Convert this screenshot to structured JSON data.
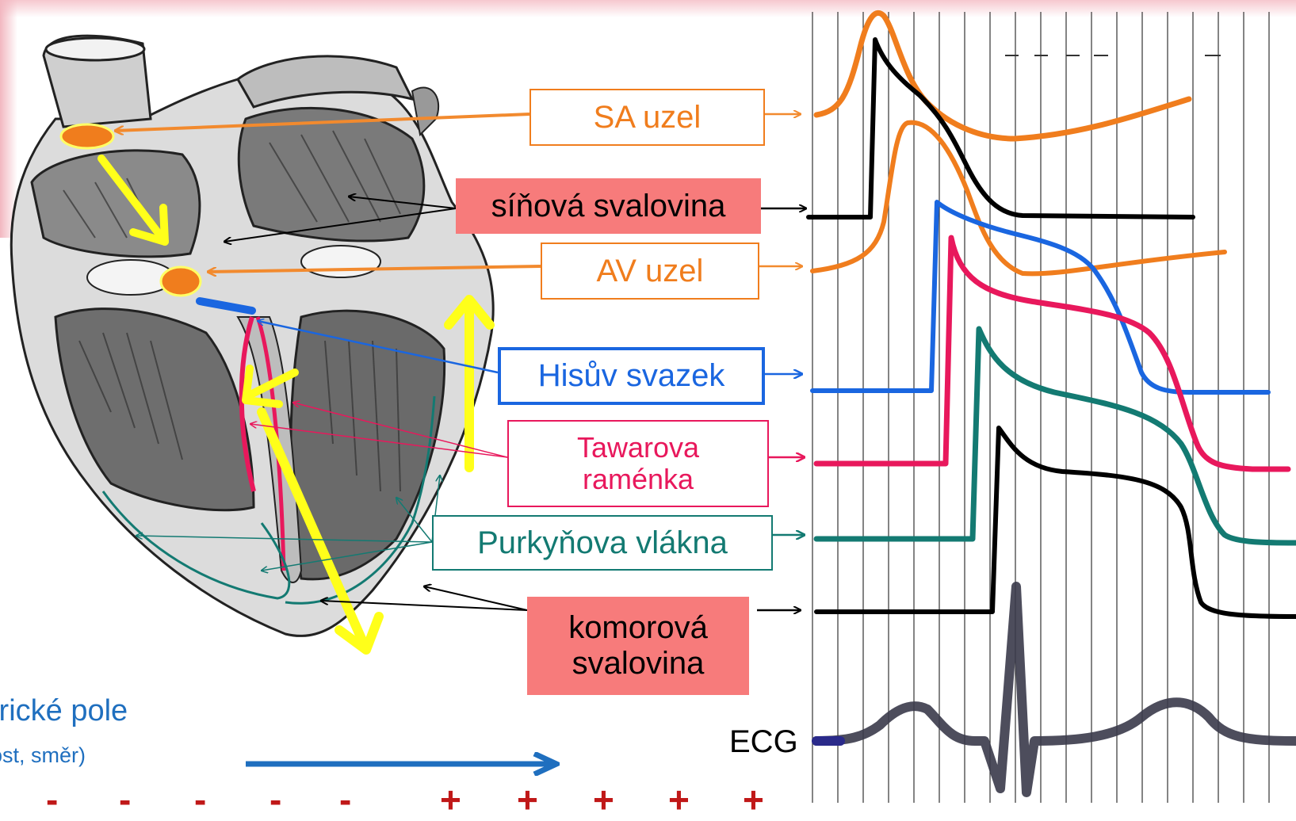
{
  "labels": {
    "sa_node": "SA uzel",
    "atrial_muscle": "síňová svalovina",
    "av_node": "AV uzel",
    "his_bundle": "Hisův svazek",
    "tawara_line1": "Tawarova",
    "tawara_line2": "raménka",
    "purkinje": "Purkyňova vlákna",
    "ventricular_line1": "komorová",
    "ventricular_line2": "svalovina",
    "ecg": "ECG",
    "field_line1": "trické pole",
    "field_line2": "ost, směr)"
  },
  "charges": {
    "negative": [
      "-",
      "-",
      "-",
      "-",
      "-"
    ],
    "positive": [
      "+",
      "+",
      "+",
      "+",
      "+"
    ]
  },
  "colors": {
    "sa_node": "#f07d1d",
    "atrial_muscle": "#000000",
    "av_node": "#f07d1d",
    "his_bundle": "#1a66e0",
    "tawara": "#e8185c",
    "purkinje": "#137a72",
    "ventricular_muscle": "#000000",
    "propagation_arrows": "#ffff1a",
    "field_arrow": "#1f6fbf",
    "charge": "#c01818",
    "label_fill": "#f77b7b"
  },
  "icons": {
    "heart": "heart-cross-section-illustration",
    "propagation": "yellow-arrow-icon",
    "field": "blue-arrow-icon"
  }
}
